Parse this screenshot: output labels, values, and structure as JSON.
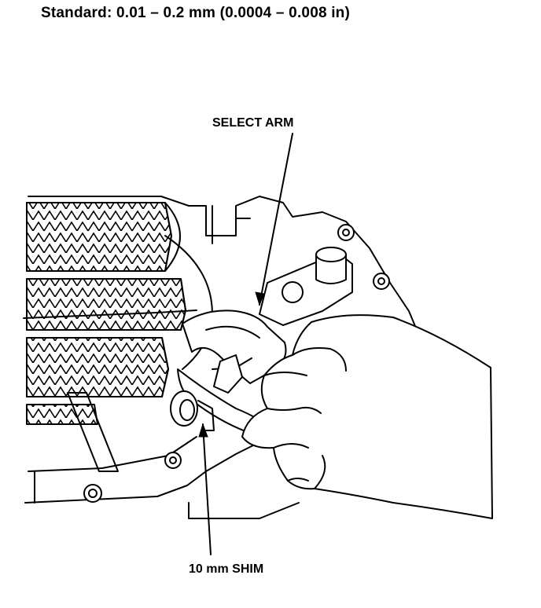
{
  "header": {
    "standard_text": "Standard: 0.01 – 0.2 mm (0.0004 – 0.008 in)"
  },
  "callouts": {
    "select_arm": "SELECT ARM",
    "shim": "10 mm SHIM"
  }
}
